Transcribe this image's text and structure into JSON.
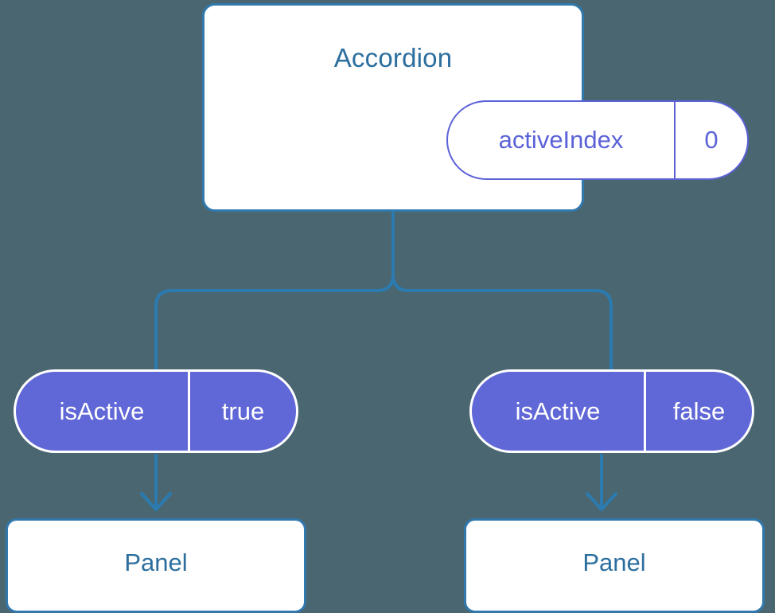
{
  "diagram": {
    "type": "component-tree",
    "background_color": "#4a6670",
    "accent_blue": "#3178ad",
    "title_blue": "#2c6f9e",
    "accent_purple": "#6067d6",
    "root": {
      "name": "accordion-node",
      "title": "Accordion",
      "state_pill": {
        "key": "activeIndex",
        "value": "0",
        "style": "outline"
      }
    },
    "branches": [
      {
        "name": "left-branch",
        "prop_pill": {
          "key": "isActive",
          "value": "true",
          "style": "filled"
        },
        "child": {
          "title": "Panel"
        }
      },
      {
        "name": "right-branch",
        "prop_pill": {
          "key": "isActive",
          "value": "false",
          "style": "filled"
        },
        "child": {
          "title": "Panel"
        }
      }
    ]
  }
}
